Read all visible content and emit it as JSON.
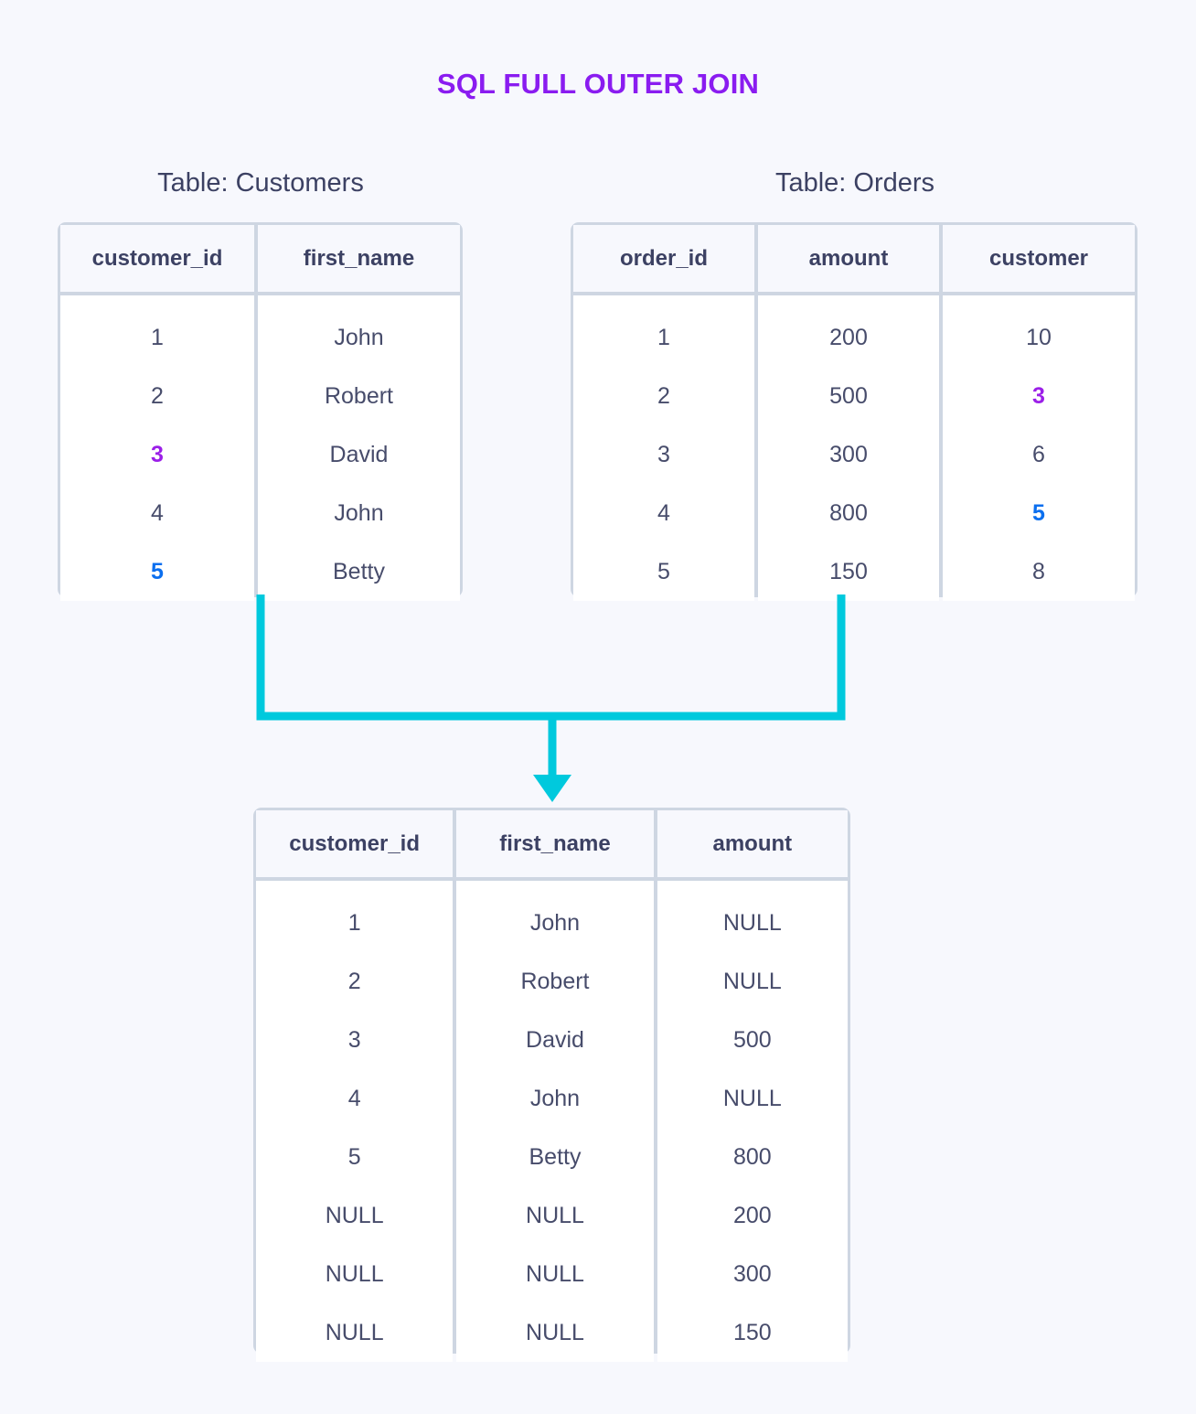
{
  "title": "SQL FULL OUTER JOIN",
  "colors": {
    "background": "#f7f8fd",
    "title_purple": "#8a1cf0",
    "text_navy": "#474c6b",
    "border_gray": "#ced6e2",
    "highlight_purple": "#9b1fe8",
    "highlight_blue": "#0b6fef",
    "connector_cyan": "#00c9dd"
  },
  "customers": {
    "caption": "Table: Customers",
    "columns": [
      "customer_id",
      "first_name"
    ],
    "rows": [
      {
        "customer_id": "1",
        "first_name": "John"
      },
      {
        "customer_id": "2",
        "first_name": "Robert"
      },
      {
        "customer_id": "3",
        "first_name": "David"
      },
      {
        "customer_id": "4",
        "first_name": "John"
      },
      {
        "customer_id": "5",
        "first_name": "Betty"
      }
    ]
  },
  "orders": {
    "caption": "Table: Orders",
    "columns": [
      "order_id",
      "amount",
      "customer"
    ],
    "rows": [
      {
        "order_id": "1",
        "amount": "200",
        "customer": "10"
      },
      {
        "order_id": "2",
        "amount": "500",
        "customer": "3"
      },
      {
        "order_id": "3",
        "amount": "300",
        "customer": "6"
      },
      {
        "order_id": "4",
        "amount": "800",
        "customer": "5"
      },
      {
        "order_id": "5",
        "amount": "150",
        "customer": "8"
      }
    ]
  },
  "result": {
    "columns": [
      "customer_id",
      "first_name",
      "amount"
    ],
    "rows": [
      {
        "customer_id": "1",
        "first_name": "John",
        "amount": "NULL"
      },
      {
        "customer_id": "2",
        "first_name": "Robert",
        "amount": "NULL"
      },
      {
        "customer_id": "3",
        "first_name": "David",
        "amount": "500"
      },
      {
        "customer_id": "4",
        "first_name": "John",
        "amount": "NULL"
      },
      {
        "customer_id": "5",
        "first_name": "Betty",
        "amount": "800"
      },
      {
        "customer_id": "NULL",
        "first_name": "NULL",
        "amount": "200"
      },
      {
        "customer_id": "NULL",
        "first_name": "NULL",
        "amount": "300"
      },
      {
        "customer_id": "NULL",
        "first_name": "NULL",
        "amount": "150"
      }
    ]
  },
  "highlights": {
    "customers_purple_row": 2,
    "customers_blue_row": 4,
    "orders_purple_row": 1,
    "orders_blue_row": 3
  }
}
